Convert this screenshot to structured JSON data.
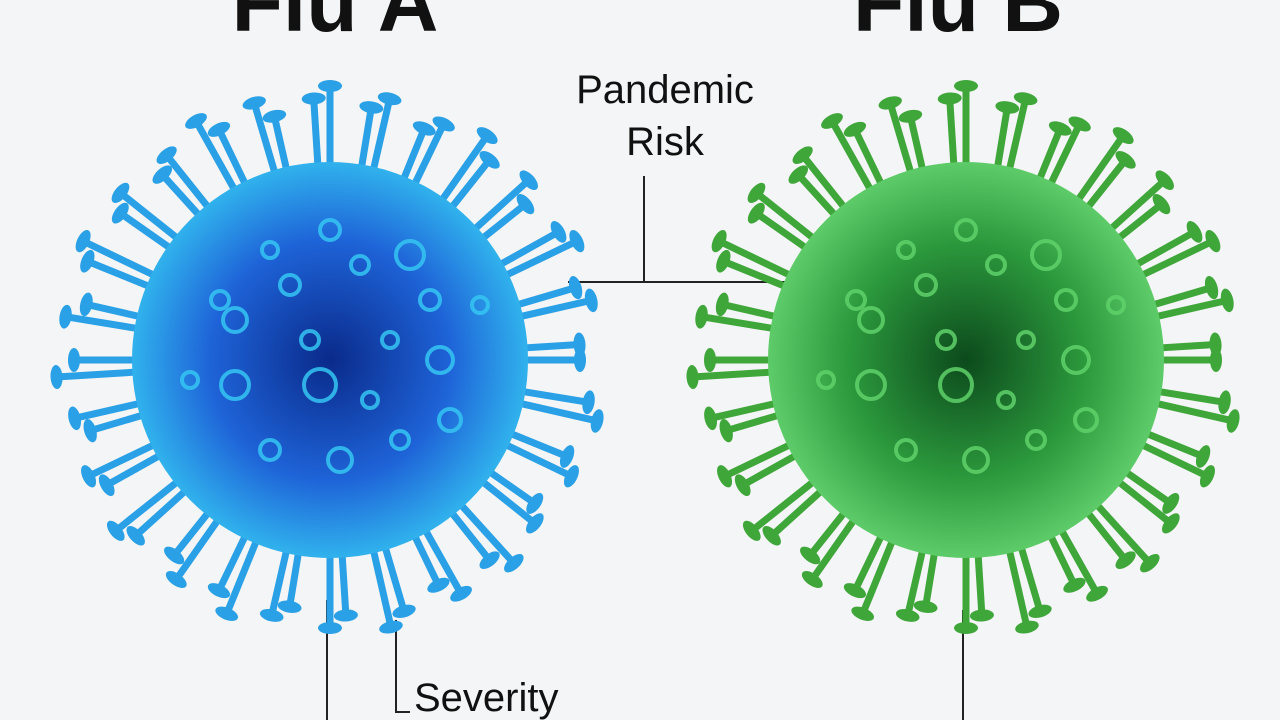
{
  "titles": {
    "flu_a": "Flu A",
    "flu_b": "Flu B"
  },
  "labels": {
    "pandemic_risk_line1": "Pandemic",
    "pandemic_risk_line2": "Risk",
    "severity": "Severity"
  },
  "colors": {
    "background": "#f4f5f6",
    "flu_a_core_dark": "#0a2a8a",
    "flu_a_core_light": "#35c6f2",
    "flu_a_spike": "#2aa0e6",
    "flu_b_core_dark": "#0c4a1c",
    "flu_b_core_light": "#5fd16a",
    "flu_b_spike": "#3fa63a",
    "leader_line": "#222222"
  },
  "icons": {
    "flu_a_virus": "virus-particle-icon",
    "flu_b_virus": "virus-particle-icon"
  }
}
